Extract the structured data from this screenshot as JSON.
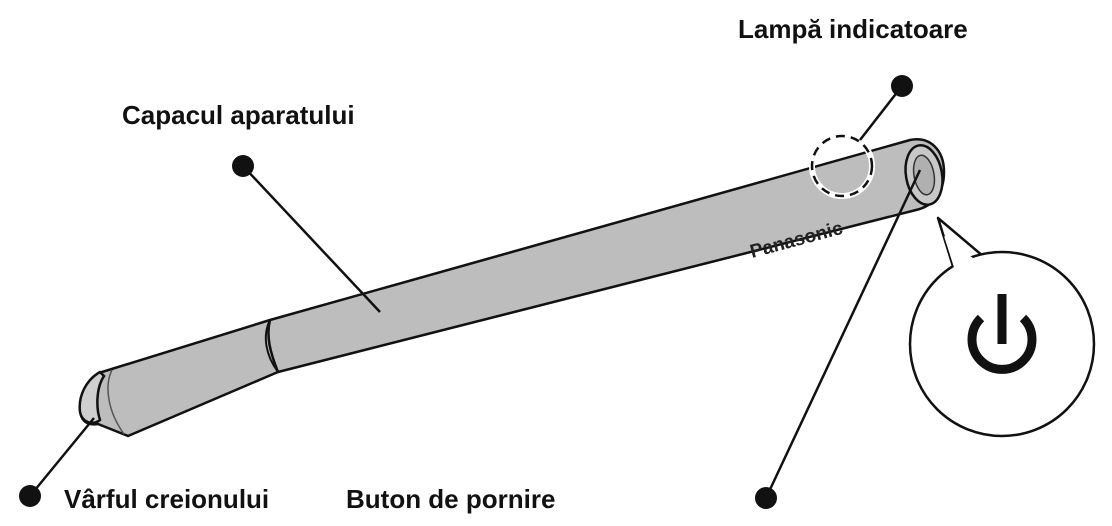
{
  "labels": {
    "indicator_lamp": "Lampă indicatoare",
    "device_cap": "Capacul aparatului",
    "pen_tip": "Vârful creionului",
    "power_button": "Buton de pornire"
  },
  "pen": {
    "brand": "Panasonic"
  },
  "icons": {
    "power": "power-icon"
  },
  "colors": {
    "pen_body": "#bdbdbd",
    "outline": "#111111",
    "background": "#ffffff"
  }
}
